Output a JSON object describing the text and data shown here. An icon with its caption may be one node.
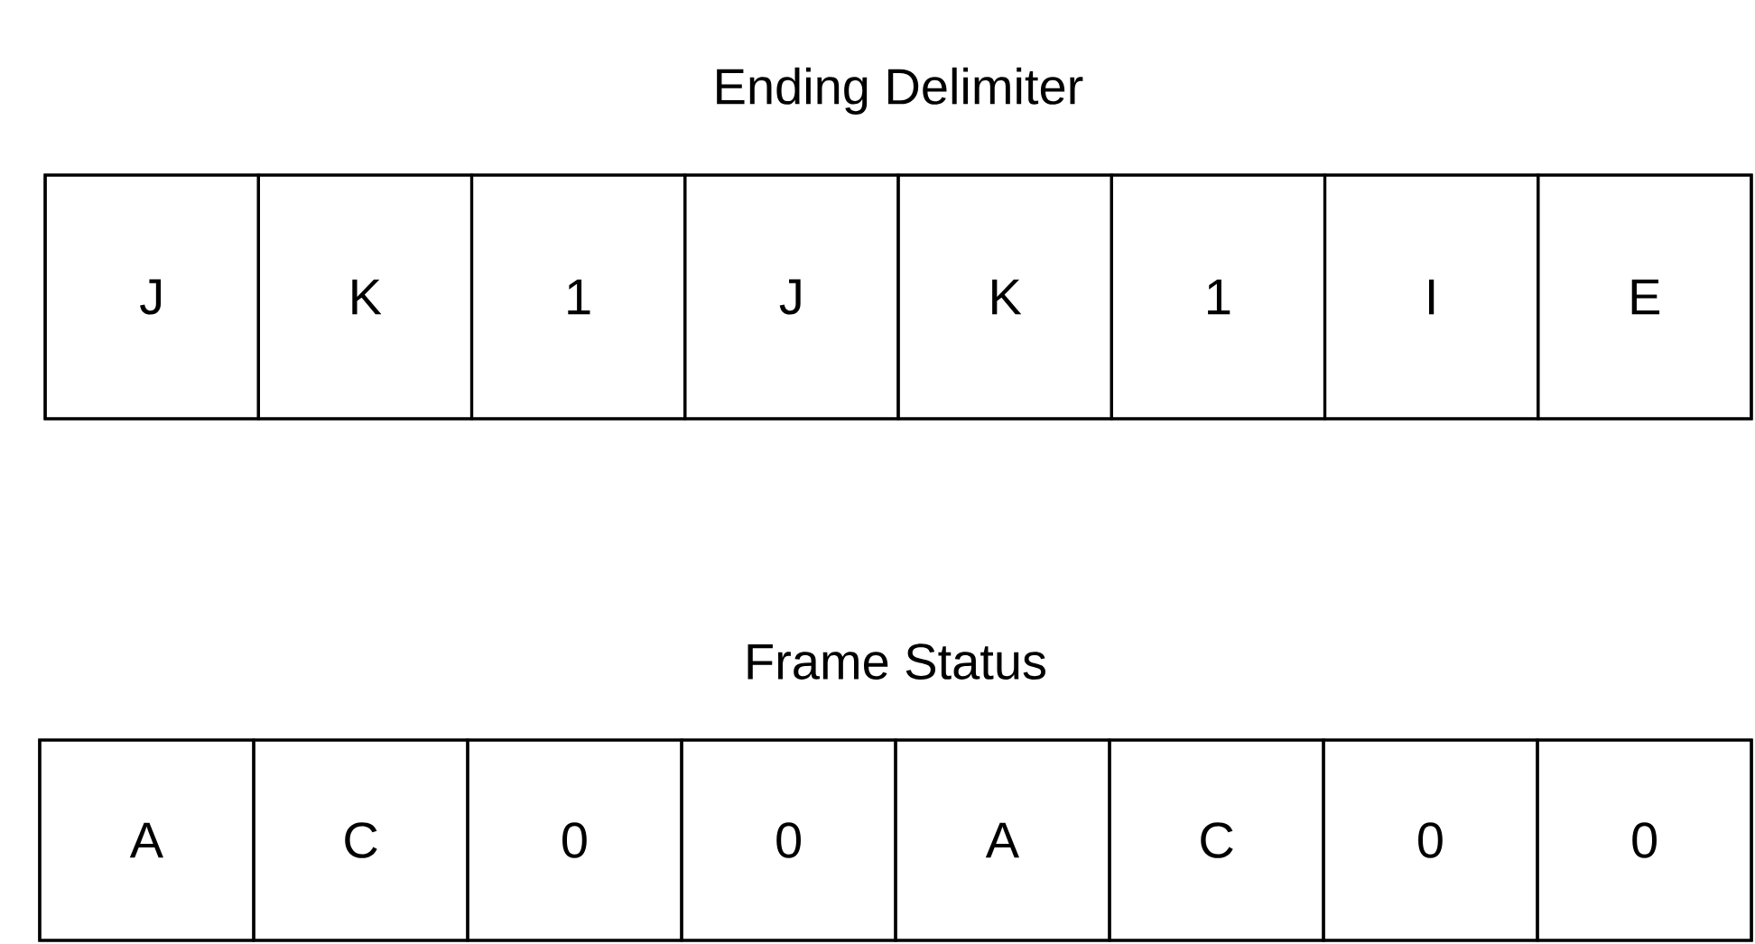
{
  "diagram": {
    "nodes": [
      {
        "text": [
          "Ending Delimiter"
        ]
      },
      {
        "text": [
          "J"
        ],
        "in": 0
      },
      {
        "text": [
          "K"
        ],
        "in": 0
      },
      {
        "text": [
          "1"
        ],
        "in": 0
      },
      {
        "text": [
          "J"
        ],
        "in": 0
      },
      {
        "text": [
          "K"
        ],
        "in": 0
      },
      {
        "text": [
          "1"
        ],
        "in": 0
      },
      {
        "text": [
          "I"
        ],
        "in": 0
      },
      {
        "text": [
          "E"
        ],
        "in": 0
      },
      {
        "text": [
          "Frame Status"
        ]
      },
      {
        "text": [
          "A"
        ],
        "in": 9
      },
      {
        "text": [
          "C"
        ],
        "in": 9
      },
      {
        "text": [
          "0"
        ],
        "in": 9
      },
      {
        "text": [
          "0"
        ],
        "in": 9
      },
      {
        "text": [
          "A"
        ],
        "in": 9
      },
      {
        "text": [
          "C"
        ],
        "in": 9
      },
      {
        "text": [
          "0"
        ],
        "in": 9
      },
      {
        "text": [
          "0"
        ],
        "in": 9
      }
    ]
  }
}
